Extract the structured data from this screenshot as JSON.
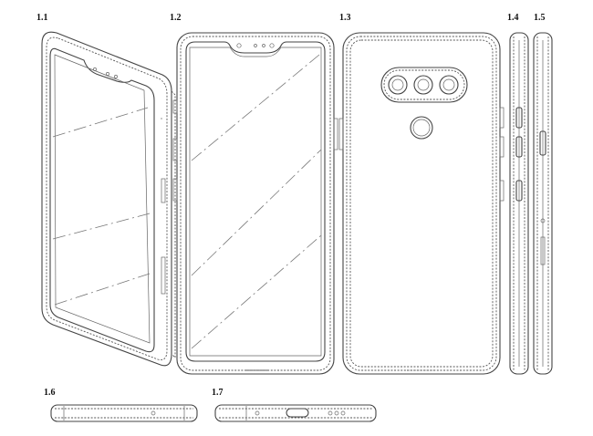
{
  "figures": [
    {
      "id": "fig-1-1",
      "label": "1.1"
    },
    {
      "id": "fig-1-2",
      "label": "1.2"
    },
    {
      "id": "fig-1-3",
      "label": "1.3"
    },
    {
      "id": "fig-1-4",
      "label": "1.4"
    },
    {
      "id": "fig-1-5",
      "label": "1.5"
    },
    {
      "id": "fig-1-6",
      "label": "1.6"
    },
    {
      "id": "fig-1-7",
      "label": "1.7"
    }
  ],
  "colors": {
    "line": "#444444",
    "background": "#ffffff"
  }
}
